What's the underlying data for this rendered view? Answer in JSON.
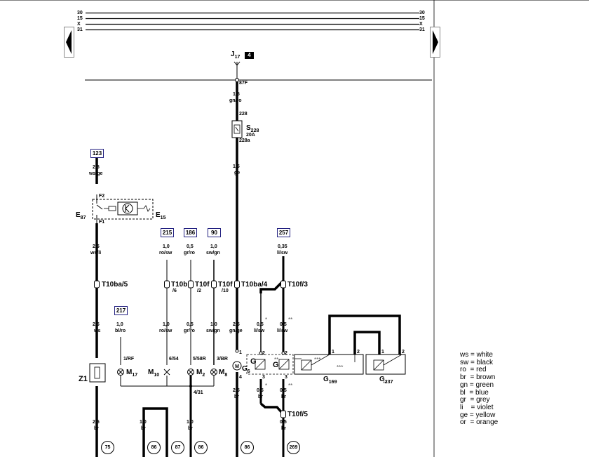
{
  "rails": {
    "left": [
      "30",
      "15",
      "X",
      "31"
    ],
    "right": [
      "30",
      "15",
      "X",
      "31"
    ]
  },
  "relay": {
    "name": "J",
    "sub": "17",
    "box": "4",
    "pin": "87F"
  },
  "fuse": {
    "name": "S",
    "sub": "228",
    "rating": "20A",
    "pin_top": "228",
    "pin_bottom": "228a"
  },
  "wires": {
    "w_top": {
      "size": "1,5",
      "color": "gn/ro"
    },
    "w_fuse_out": {
      "size": "1,5",
      "color": "ge"
    },
    "w_e_top": {
      "size": "2,5",
      "color": "ws/ge"
    },
    "w_e_bottom": {
      "size": "2,5",
      "color": "ws/li"
    },
    "w_z_top": {
      "size": "2,5",
      "color": "ws"
    },
    "w_z_bottom": {
      "size": "2,5",
      "color": "br"
    },
    "w_m17": {
      "size": "1,0",
      "color": "bl/ro"
    },
    "w_m10_top": {
      "size": "1,0",
      "color": "ro/sw"
    },
    "w_m10_bottom": {
      "size": "1,0",
      "color": "ro/sw"
    },
    "w_m2_top": {
      "size": "0,5",
      "color": "gr/ro"
    },
    "w_m2_bottom": {
      "size": "0,5",
      "color": "gr/ro"
    },
    "w_m8_top": {
      "size": "1,0",
      "color": "sw/gn"
    },
    "w_m8_bottom": {
      "size": "1,0",
      "color": "sw/gn"
    },
    "w_g6_top": {
      "size": "2,5",
      "color": "gn/ge"
    },
    "w_g6_bottom": {
      "size": "2,5",
      "color": "br"
    },
    "w_g_top": {
      "size": "0,5",
      "color": "li/sw"
    },
    "w_g_bottom": {
      "size": "0,5",
      "color": "br"
    },
    "w_gp_top1": {
      "size": "0,35",
      "color": "li/sw"
    },
    "w_gp_top2": {
      "size": "0,5",
      "color": "li/sw"
    },
    "w_gp_bottom1": {
      "size": "0,5",
      "color": "br"
    },
    "w_gp_bottom2": {
      "size": "0,5",
      "color": "br"
    },
    "w_86a": {
      "size": "1,0",
      "color": "br"
    },
    "w_86b": {
      "size": "1,0",
      "color": "br"
    }
  },
  "refs": {
    "r123": "123",
    "r215": "215",
    "r186": "186",
    "r90": "90",
    "r257": "257",
    "r217": "217"
  },
  "connectors": {
    "t1": "T10ba/5",
    "t2a": "T10b",
    "t2b": "/6",
    "t3a": "T10f",
    "t3b": "/2",
    "t4a": "T10f",
    "t4b": "/10",
    "t5": "T10ba/4",
    "t6": "T10f/3",
    "t7": "T10f/5"
  },
  "components": {
    "e87": "E87",
    "e15": "E15",
    "z1": "Z1",
    "m17": "M17",
    "m10": "M10",
    "m2": "M2",
    "m8": "M8",
    "g6": "G6",
    "g": "G",
    "gp": "G",
    "g169": "G169",
    "g237": "G237"
  },
  "pins": {
    "f2": "F2",
    "f1": "F1",
    "p1rf": "1/RF",
    "p654": "6/54",
    "p558r": "5/58R",
    "p3br": "3/BR",
    "p431": "4/31",
    "g6p1": "1",
    "g6p4": "4",
    "gp2": "2",
    "gp3": "3",
    "gpp2": "2",
    "gpp3": "3",
    "g169p1": "1",
    "g169p2": "2",
    "g237p1": "1",
    "g237p2": "2"
  },
  "marks": {
    "star1": "*",
    "star2": "**",
    "star3": "***",
    "star4": "**",
    "star5": "*",
    "star6": "**",
    "star7": "***",
    "star8": "**"
  },
  "ground_points": [
    "75",
    "86",
    "87",
    "86",
    "86",
    "269"
  ],
  "legend": [
    "ws = white",
    "sw = black",
    "ro  = red",
    "br  = brown",
    "gn = green",
    "bl  = blue",
    "gr  = grey",
    "li    = violet",
    "ge = yellow",
    "or  = orange"
  ],
  "colors": {
    "line": "#000000",
    "ref_border": "#222080"
  }
}
